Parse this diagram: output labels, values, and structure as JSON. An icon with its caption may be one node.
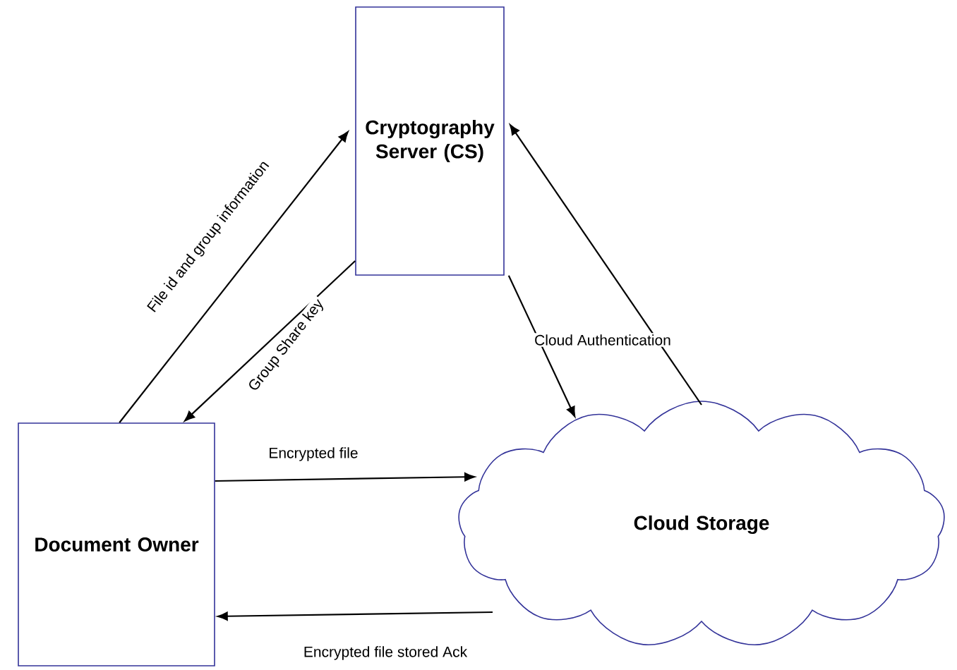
{
  "diagram": {
    "nodes": [
      {
        "text": [
          "Cryptography Server (CS)"
        ]
      },
      {
        "text": [
          "Document Owner"
        ]
      },
      {
        "text": [
          "Cloud Storage"
        ]
      }
    ],
    "edges": [
      {
        "from": 1,
        "to": 0,
        "arrow": "to",
        "label": "File id and group information"
      },
      {
        "from": 0,
        "to": 1,
        "arrow": "to",
        "label": "Group Share key"
      },
      {
        "from": 0,
        "to": 2,
        "arrow": "to",
        "label": "Cloud Authentication"
      },
      {
        "from": 2,
        "to": 0,
        "arrow": "to"
      },
      {
        "from": 1,
        "to": 2,
        "arrow": "to",
        "label": "Encrypted file"
      },
      {
        "from": 2,
        "to": 1,
        "arrow": "to",
        "label": "Encrypted file stored Ack"
      }
    ]
  }
}
